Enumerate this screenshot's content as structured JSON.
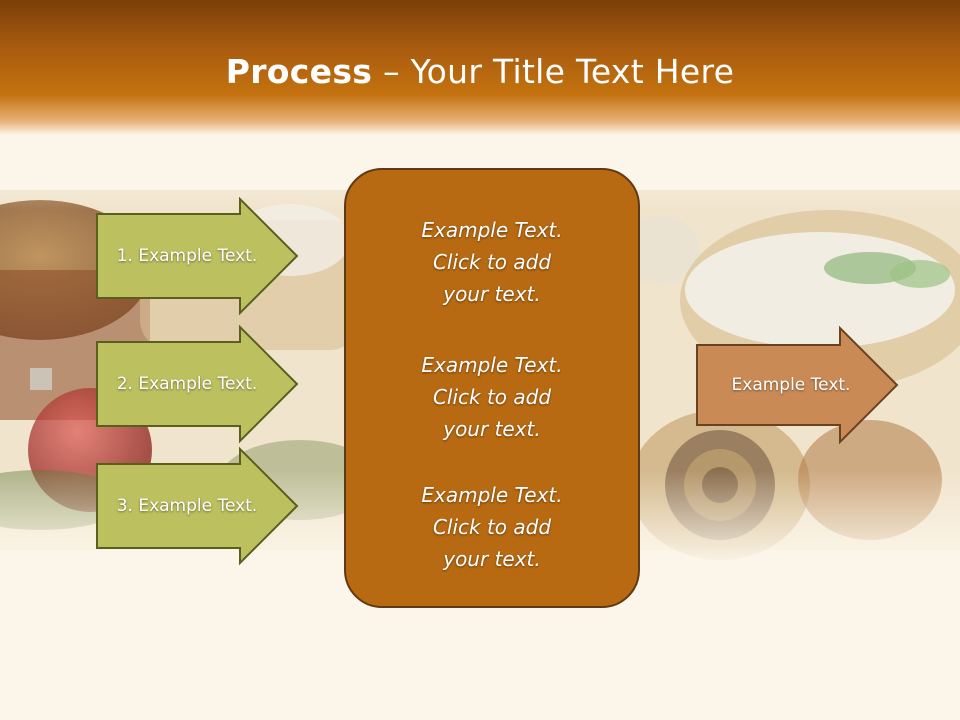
{
  "slide": {
    "title_bold": "Process",
    "title_rest": " – Your Title Text Here",
    "steps": [
      {
        "label": "1. Example Text."
      },
      {
        "label": "2. Example Text."
      },
      {
        "label": "3. Example Text."
      }
    ],
    "center_box": {
      "paragraphs": [
        {
          "line1": "Example Text.",
          "line2": "Click  to add",
          "line3": "your text."
        },
        {
          "line1": "Example Text.",
          "line2": "Click  to add",
          "line3": "your text."
        },
        {
          "line1": "Example Text.",
          "line2": "Click  to add",
          "line3": "your text."
        }
      ]
    },
    "output_arrow": {
      "label": "Example Text."
    }
  },
  "colors": {
    "header_orange": "#c4720f",
    "step_arrow_fill": "#bcc05f",
    "step_arrow_border": "#5a5f1e",
    "center_box_fill": "#b86a12",
    "output_arrow_fill": "#c98a56"
  }
}
